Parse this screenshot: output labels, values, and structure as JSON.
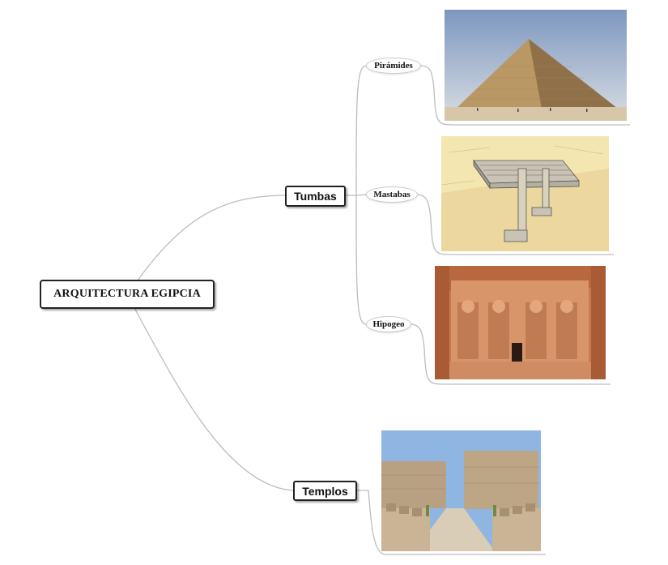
{
  "mindmap": {
    "root": {
      "label": "ARQUITECTURA EGIPCIA"
    },
    "branches": [
      {
        "label": "Tumbas",
        "children": [
          {
            "label": "Pirámides",
            "image": "great-pyramid-photo"
          },
          {
            "label": "Mastabas",
            "image": "mastaba-cross-section-drawing"
          },
          {
            "label": "Hipogeo",
            "image": "abu-simbel-temple-photo"
          }
        ]
      },
      {
        "label": "Templos",
        "image": "karnak-temple-avenue-photo"
      }
    ]
  },
  "colors": {
    "connector": "#bdbdbd",
    "node_border": "#222222",
    "background": "#ffffff"
  }
}
